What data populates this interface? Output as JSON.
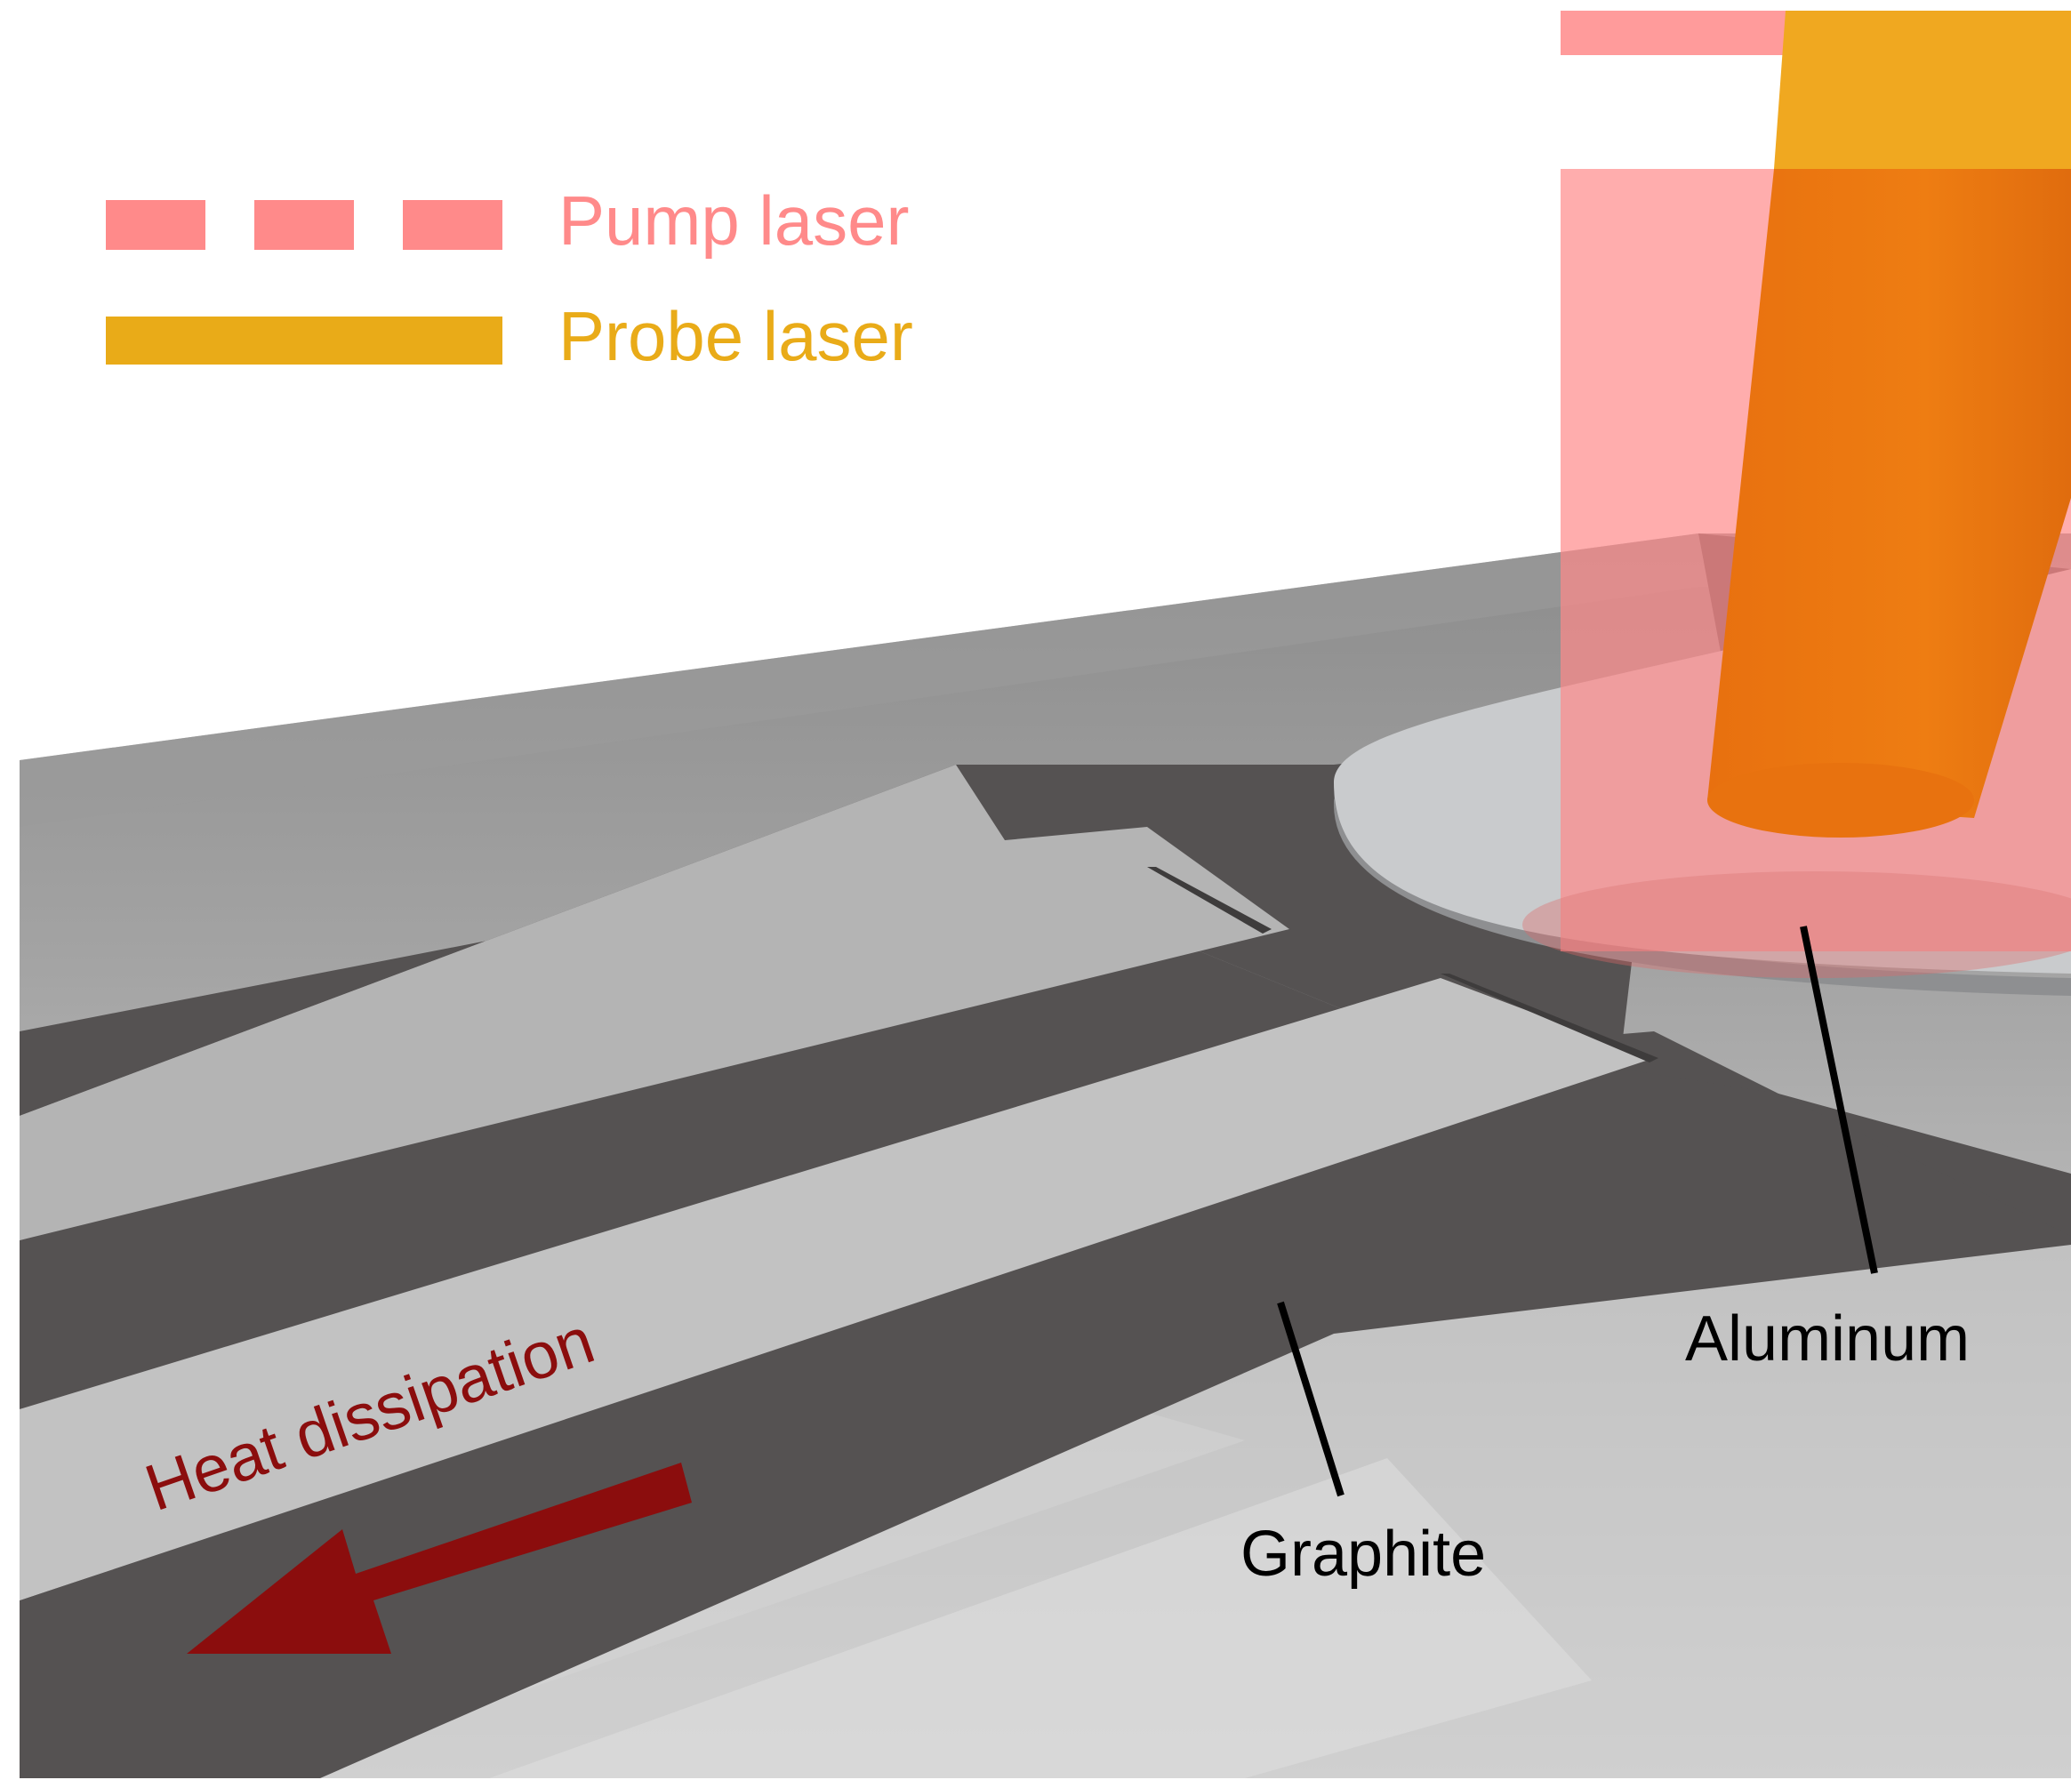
{
  "legend": {
    "pump": {
      "label": "Pump laser",
      "color": "#ff8a8a",
      "style": "dashed"
    },
    "probe": {
      "label": "Probe laser",
      "color": "#e9ab18",
      "style": "solid"
    }
  },
  "labels": {
    "heat": "Heat dissipation",
    "graphite": "Graphite",
    "aluminum": "Aluminum"
  },
  "colors": {
    "substrate": "#a9a9a9",
    "graphite": "#555252",
    "aluminum": "#c8cacb",
    "pump_beam": "#ff8a8a",
    "probe_beam": "#ec7a14",
    "heat_arrow": "#8b0d0d",
    "annotation": "#000000"
  }
}
